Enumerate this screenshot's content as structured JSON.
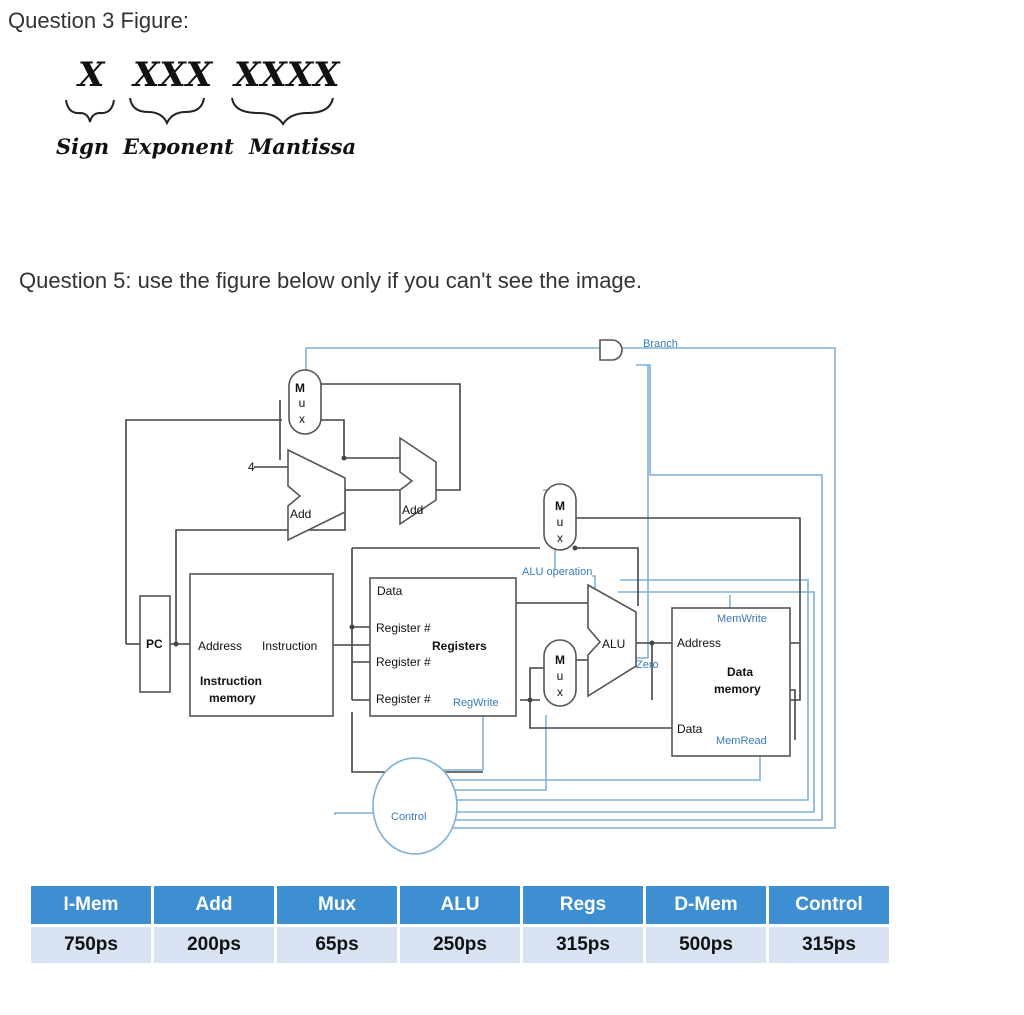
{
  "question3": {
    "heading": "Question 3 Figure:",
    "fields": [
      "X",
      "XXX",
      "XXXX"
    ],
    "labels": [
      "Sign",
      "Exponent",
      "Mantissa"
    ]
  },
  "question5": {
    "heading": "Question 5: use the figure below  only if you can't see the image."
  },
  "datapath": {
    "branch": "Branch",
    "mux_letters": [
      "M",
      "u",
      "x"
    ],
    "four": "4",
    "add": "Add",
    "pc": "PC",
    "address": "Address",
    "instruction": "Instruction",
    "instruction_memory_1": "Instruction",
    "instruction_memory_2": "memory",
    "alu_operation": "ALU operation",
    "data": "Data",
    "register": "Register #",
    "registers": "Registers",
    "regwrite": "RegWrite",
    "alu": "ALU",
    "zero": "Zero",
    "memwrite": "MemWrite",
    "mem_address": "Address",
    "data_memory_1": "Data",
    "data_memory_2": "memory",
    "mem_data": "Data",
    "memread": "MemRead",
    "control": "Control",
    "colors": {
      "line": "#444444",
      "control_line": "#7fb0d8"
    }
  },
  "latency_table": {
    "headers": [
      "I-Mem",
      "Add",
      "Mux",
      "ALU",
      "Regs",
      "D-Mem",
      "Control"
    ],
    "values": [
      "750ps",
      "200ps",
      "65ps",
      "250ps",
      "315ps",
      "500ps",
      "315ps"
    ],
    "colors": {
      "header_bg": "#3d8fd1",
      "value_bg": "#d8e2f2"
    }
  }
}
